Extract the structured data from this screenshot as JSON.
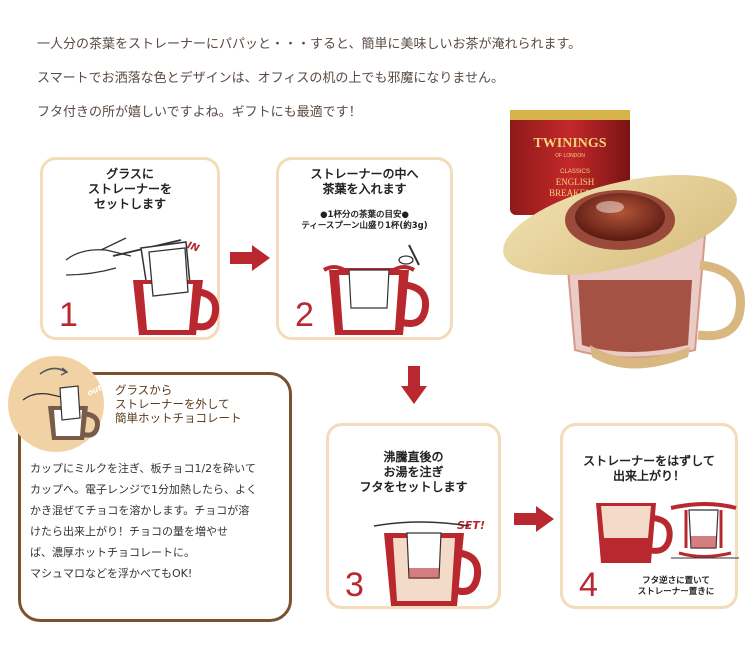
{
  "intro": {
    "line1": "一人分の茶葉をストレーナーにパパッと・・・すると、簡単に美味しいお茶が淹れられます。",
    "line2": "スマートでお洒落な色とデザインは、オフィスの机の上でも邪魔になりません。",
    "line3": "フタ付きの所が嬉しいですよね。ギフトにも最適です！"
  },
  "photo": {
    "brand": "TWININGS",
    "brand_sub": "OF LONDON",
    "tin_line1": "CLASSICS",
    "tin_line2": "ENGLISH",
    "tin_line3": "BREAKFAST"
  },
  "steps": [
    {
      "number": "1",
      "title": "グラスに\nストレーナーを\nセットします",
      "label": "IN"
    },
    {
      "number": "2",
      "title": "ストレーナーの中へ\n茶葉を入れます",
      "note": "●1杯分の茶葉の目安●\nティースプーン山盛り1杯(約3g)"
    },
    {
      "number": "3",
      "title": "沸騰直後の\nお湯を注ぎ\nフタをセットします",
      "label": "SET!"
    },
    {
      "number": "4",
      "title": "ストレーナーをはずして\n出来上がり！",
      "note": "フタ逆さに置いて\nストレーナー置きに"
    }
  ],
  "cocoa": {
    "badge": "out",
    "title": "グラスから\nストレーナーを外して\n簡単ホットチョコレート",
    "body": "カップにミルクを注ぎ、板チョコ1/2を砕いて\nカップへ。電子レンジで1分加熱したら、よく\nかき混ぜてチョコを溶かします。チョコが溶\nけたら出来上がり！チョコの量を増やせ\nば、濃厚ホットチョコレートに。\nマシュマロなどを浮かべてもOK!"
  },
  "colors": {
    "accent": "#b8282e",
    "card_border": "#f3dcb9",
    "cocoa_border": "#7a5230",
    "cocoa_circle": "#f1d2a4"
  }
}
